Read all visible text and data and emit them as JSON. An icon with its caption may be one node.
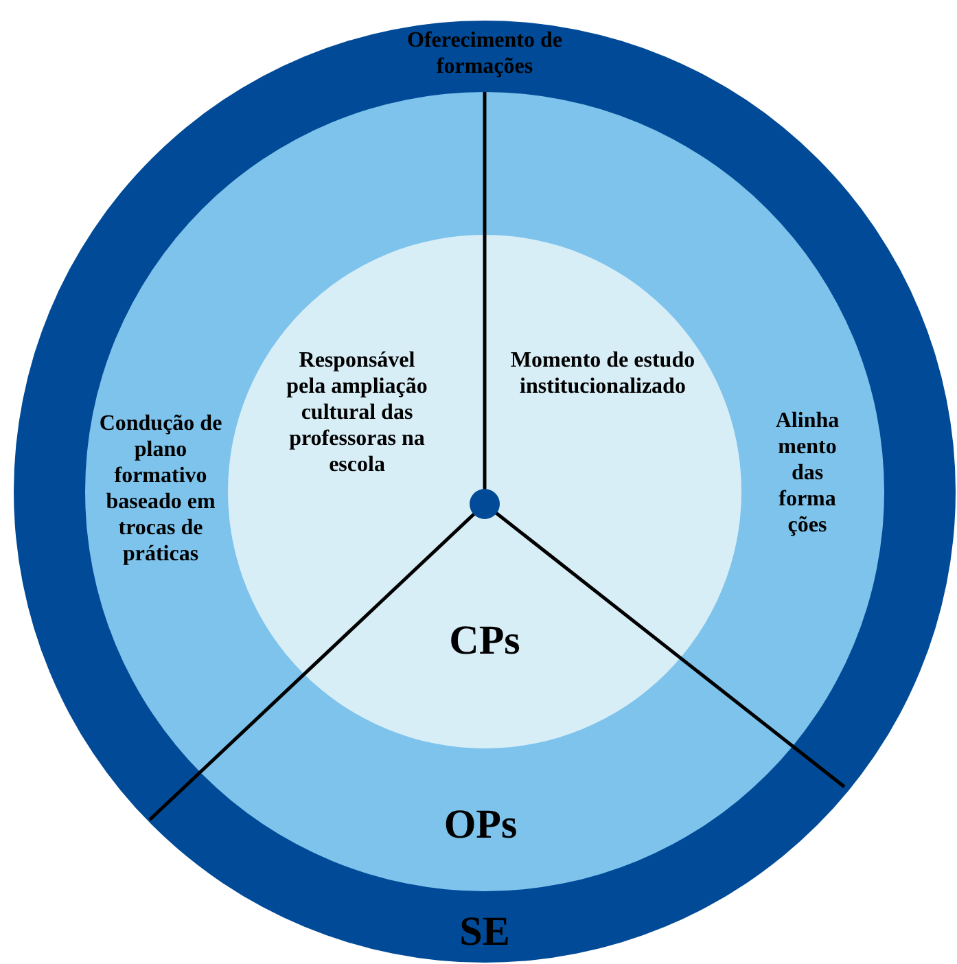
{
  "diagram": {
    "nodes": [
      {
        "text": [
          "Oferecimento de formações",
          "SE"
        ]
      },
      {
        "text": [
          "Condução de plano formativo baseado em trocas de práticas",
          "Alinha mento das forma ções",
          "OPs"
        ],
        "in": 0
      },
      {
        "text": [
          "Responsável pela ampliação cultural das professoras na escola",
          "Momento de estudo institucionalizado",
          "CPs"
        ],
        "in": 1
      }
    ]
  }
}
